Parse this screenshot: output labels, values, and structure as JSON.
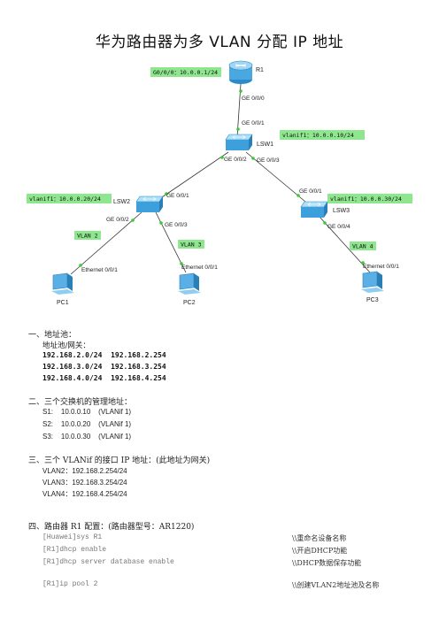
{
  "title": "华为路由器为多 VLAN 分配 IP 地址",
  "diagram": {
    "nodes": {
      "r1": "R1",
      "lsw1": "LSW1",
      "lsw2": "LSW2",
      "lsw3": "LSW3",
      "pc1": "PC1",
      "pc2": "PC2",
      "pc3": "PC3"
    },
    "tags": {
      "r1": "G0/0/0：10.0.0.1/24",
      "lsw1": "vlanif1：10.0.0.10/24",
      "lsw2": "vlanif1：10.0.0.20/24",
      "lsw3": "vlanif1：10.0.0.30/24",
      "vlan2": "VLAN 2",
      "vlan3": "VLAN 3",
      "vlan4": "VLAN 4"
    },
    "ports": {
      "r1_ge000": "GE 0/0/0",
      "lsw1_ge001": "GE 0/0/1",
      "lsw1_ge002": "GE 0/0/2",
      "lsw1_ge003": "GE 0/0/3",
      "lsw2_ge001": "GE 0/0/1",
      "lsw2_ge002": "GE 0/0/2",
      "lsw2_ge003": "GE 0/0/3",
      "lsw3_ge001": "GE 0/0/1",
      "lsw3_ge004": "GE 0/0/4",
      "pc1_eth": "Ethernet 0/0/1",
      "pc2_eth": "Ethernet 0/0/1",
      "pc3_eth": "Ethernet 0/0/1"
    }
  },
  "sections": {
    "s1": {
      "heading": "一、地址池：",
      "subheading": "地址池/网关：",
      "lines": [
        "192.168.2.0/24  192.168.2.254",
        "192.168.3.0/24  192.168.3.254",
        "192.168.4.0/24  192.168.4.254"
      ]
    },
    "s2": {
      "heading": "二、三个交换机的管理地址：",
      "lines": [
        "S1:    10.0.0.10    (VLANif 1)",
        "S2:    10.0.0.20    (VLANif 1)",
        "S3:    10.0.0.30    (VLANif 1)"
      ]
    },
    "s3": {
      "heading": "三、三个 VLANif 的接口 IP 地址：(此地址为网关)",
      "lines": [
        "VLAN2：192.168.2.254/24",
        "VLAN3：192.168.3.254/24",
        "VLAN4：192.168.4.254/24"
      ]
    },
    "s4": {
      "heading": "四、路由器 R1 配置：(路由器型号：AR1220)",
      "commands": [
        {
          "cmd": "[Huawei]sys R1",
          "comment": "\\\\重命名设备名称"
        },
        {
          "cmd": "[R1]dhcp enable",
          "comment": "\\\\开启DHCP功能"
        },
        {
          "cmd": "[R1]dhcp server database enable",
          "comment": "\\\\DHCP数据保存功能"
        },
        {
          "cmd": "[R1]ip pool 2",
          "comment": "\\\\创建VLAN2地址池及名称"
        }
      ]
    }
  }
}
